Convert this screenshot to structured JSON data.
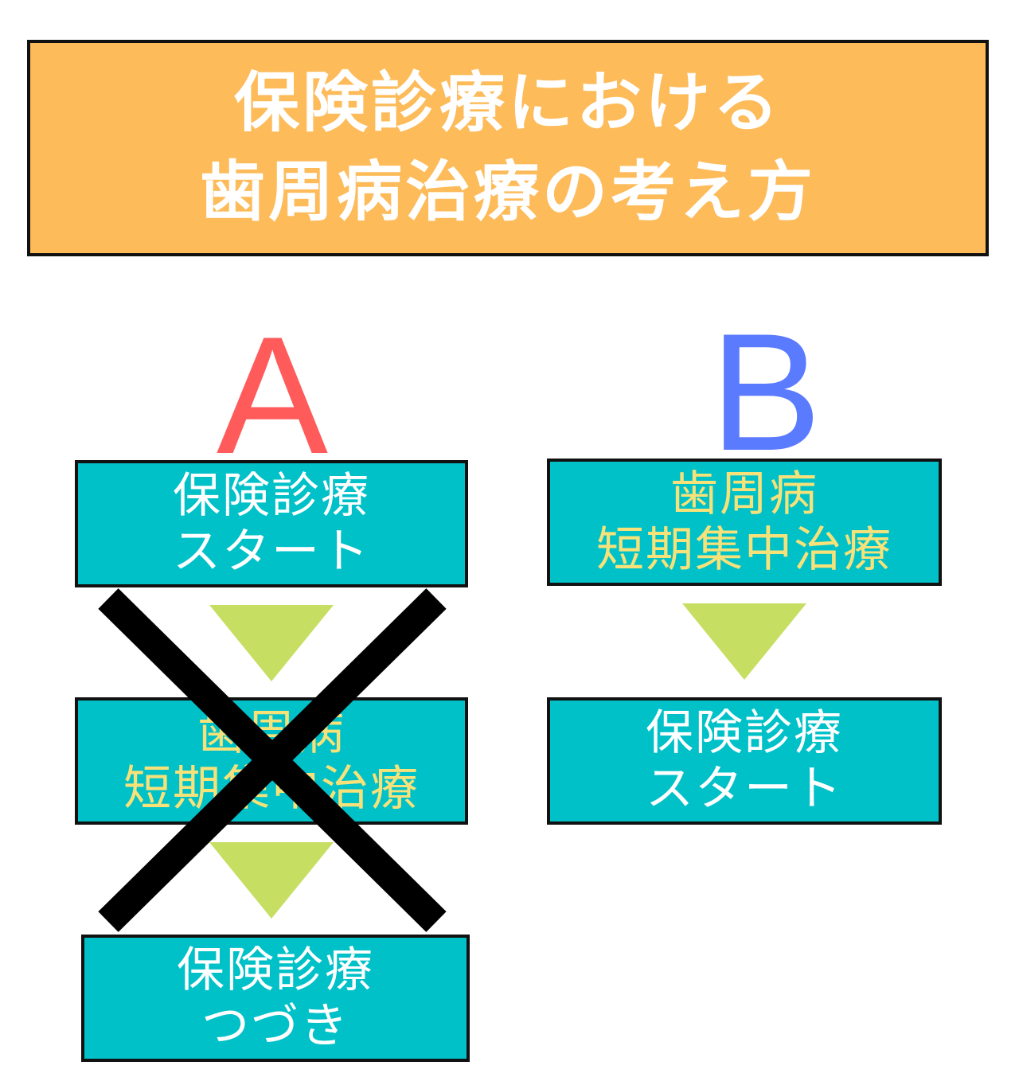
{
  "title": {
    "line1": "保険診療における",
    "line2": "歯周病治療の考え方"
  },
  "columns": {
    "a": {
      "letter": "A",
      "color": "#ff5b5b",
      "steps": [
        {
          "line1": "保険診療",
          "line2": "スタート",
          "text_color": "white"
        },
        {
          "line1": "歯周病",
          "line2": "短期集中治療",
          "text_color": "yellow"
        },
        {
          "line1": "保険診療",
          "line2": "つづき",
          "text_color": "white"
        }
      ],
      "crossed_out": true
    },
    "b": {
      "letter": "B",
      "color": "#5b7bff",
      "steps": [
        {
          "line1": "歯周病",
          "line2": "短期集中治療",
          "text_color": "yellow"
        },
        {
          "line1": "保険診療",
          "line2": "スタート",
          "text_color": "white"
        }
      ]
    }
  },
  "colors": {
    "title_bg": "#fdbb5a",
    "box_bg": "#00c1c8",
    "arrow": "#c6df63",
    "cross": "#000000",
    "yellow_text": "#f7e27a"
  },
  "icons": {
    "cross": "x-mark-icon",
    "arrow": "down-triangle-icon"
  }
}
